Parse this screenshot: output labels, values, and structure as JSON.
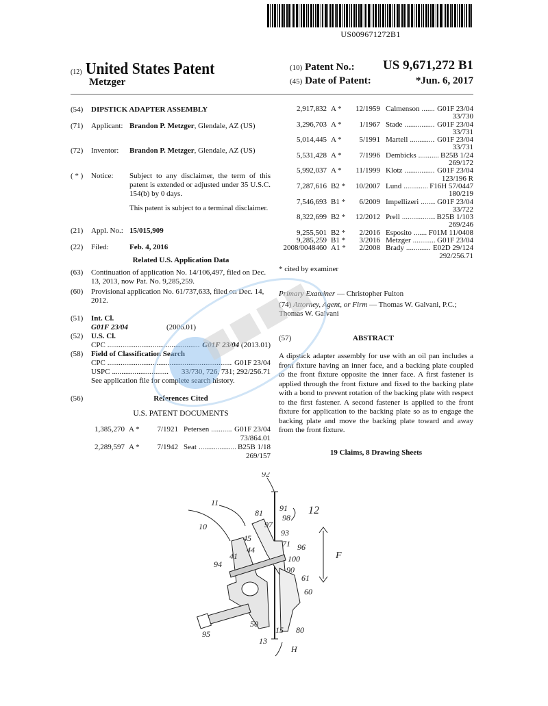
{
  "barcode": {
    "text": "US009671272B1"
  },
  "header": {
    "kind_code": "(12)",
    "title": "United States Patent",
    "inventor_surname": "Metzger",
    "patent_no_code": "(10)",
    "patent_no_label": "Patent No.:",
    "patent_no": "US 9,671,272 B1",
    "date_code": "(45)",
    "date_label": "Date of Patent:",
    "date": "*Jun. 6, 2017"
  },
  "left": {
    "f54": {
      "code": "(54)",
      "text": "DIPSTICK ADAPTER ASSEMBLY"
    },
    "f71": {
      "code": "(71)",
      "label": "Applicant:",
      "name": "Brandon P. Metzger",
      "rest": ", Glendale, AZ (US)"
    },
    "f72": {
      "code": "(72)",
      "label": "Inventor:",
      "name": "Brandon P. Metzger",
      "rest": ", Glendale, AZ (US)"
    },
    "notice": {
      "code": "( * )",
      "label": "Notice:",
      "text1": "Subject to any disclaimer, the term of this patent is extended or adjusted under 35 U.S.C. 154(b) by 0 days.",
      "text2": "This patent is subject to a terminal disclaimer."
    },
    "f21": {
      "code": "(21)",
      "label": "Appl. No.:",
      "value": "15/015,909"
    },
    "f22": {
      "code": "(22)",
      "label": "Filed:",
      "value": "Feb. 4, 2016"
    },
    "related_heading": "Related U.S. Application Data",
    "f63": {
      "code": "(63)",
      "text": "Continuation of application No. 14/106,497, filed on Dec. 13, 2013, now Pat. No. 9,285,259."
    },
    "f60": {
      "code": "(60)",
      "text": "Provisional application No. 61/737,633, filed on Dec. 14, 2012."
    },
    "f51": {
      "code": "(51)",
      "label": "Int. Cl.",
      "class": "G01F 23/04",
      "version": "(2006.01)"
    },
    "f52": {
      "code": "(52)",
      "label": "U.S. Cl.",
      "cpc_label": "CPC",
      "cpc_value": "G01F 23/04",
      "cpc_version": "(2013.01)"
    },
    "f58": {
      "code": "(58)",
      "label": "Field of Classification Search",
      "cpc_label": "CPC",
      "cpc_value": "G01F 23/04",
      "uspc_label": "USPC",
      "uspc_value": "33/730, 726, 731; 292/256.71",
      "note": "See application file for complete search history."
    },
    "f56": {
      "code": "(56)",
      "label": "References Cited"
    },
    "us_docs_heading": "U.S. PATENT DOCUMENTS",
    "refs": [
      {
        "number": "1,385,270",
        "kind": "A *",
        "date": "7/1921",
        "name": "Petersen",
        "class": "G01F 23/04",
        "cont": "73/864.01"
      },
      {
        "number": "2,289,597",
        "kind": "A *",
        "date": "7/1942",
        "name": "Seat",
        "class": "B25B 1/18",
        "cont": "269/157"
      }
    ]
  },
  "right": {
    "refs": [
      {
        "number": "2,917,832",
        "kind": "A *",
        "date": "12/1959",
        "name": "Calmenson",
        "class": "G01F 23/04",
        "cont": "33/730"
      },
      {
        "number": "3,296,703",
        "kind": "A *",
        "date": "1/1967",
        "name": "Stade",
        "class": "G01F 23/04",
        "cont": "33/731"
      },
      {
        "number": "5,014,445",
        "kind": "A *",
        "date": "5/1991",
        "name": "Martell",
        "class": "G01F 23/04",
        "cont": "33/731"
      },
      {
        "number": "5,531,428",
        "kind": "A *",
        "date": "7/1996",
        "name": "Dembicks",
        "class": "B25B 1/24",
        "cont": "269/172"
      },
      {
        "number": "5,992,037",
        "kind": "A *",
        "date": "11/1999",
        "name": "Klotz",
        "class": "G01F 23/04",
        "cont": "123/196 R"
      },
      {
        "number": "7,287,616",
        "kind": "B2 *",
        "date": "10/2007",
        "name": "Lund",
        "class": "F16H 57/0447",
        "cont": "180/219"
      },
      {
        "number": "7,546,693",
        "kind": "B1 *",
        "date": "6/2009",
        "name": "Impellizeri",
        "class": "G01F 23/04",
        "cont": "33/722"
      },
      {
        "number": "8,322,699",
        "kind": "B2 *",
        "date": "12/2012",
        "name": "Prell",
        "class": "B25B 1/103",
        "cont": "269/246"
      },
      {
        "number": "9,255,501",
        "kind": "B2 *",
        "date": "2/2016",
        "name": "Esposito",
        "class": "F01M 11/0408",
        "cont": ""
      },
      {
        "number": "9,285,259",
        "kind": "B1 *",
        "date": "3/2016",
        "name": "Metzger",
        "class": "G01F 23/04",
        "cont": ""
      },
      {
        "number": "2008/0048460",
        "kind": "A1 *",
        "date": "2/2008",
        "name": "Brady",
        "class": "E02D 29/124",
        "cont": "292/256.71"
      }
    ],
    "cited_note": "* cited by examiner",
    "examiner_label": "Primary Examiner",
    "examiner": "— Christopher Fulton",
    "attorney_code": "(74)",
    "attorney_label": "Attorney, Agent, or Firm",
    "attorney": "— Thomas W. Galvani, P.C.; Thomas W. Galvani",
    "abstract_code": "(57)",
    "abstract_heading": "ABSTRACT",
    "abstract": "A dipstick adapter assembly for use with an oil pan includes a front fixture having an inner face, and a backing plate coupled to the front fixture opposite the inner face. A first fastener is applied through the front fixture and fixed to the backing plate with a bond to prevent rotation of the backing plate with respect to the first fastener. A second fastener is applied to the front fixture for application to the backing plate so as to engage the backing plate and move the backing plate toward and away from the front fixture.",
    "claims": "19 Claims, 8 Drawing Sheets"
  },
  "drawing": {
    "labels": {
      "l92": "92",
      "l11": "11",
      "l81": "81",
      "l91": "91",
      "l97": "97",
      "l98": "98",
      "l12": "12",
      "l93": "93",
      "l10": "10",
      "l45": "45",
      "l44": "44",
      "l71": "71",
      "l96": "96",
      "l100": "100",
      "l94": "94",
      "l41": "41",
      "l90": "90",
      "l61": "61",
      "lF": "F",
      "l60": "60",
      "l50": "50",
      "l15": "15",
      "l80": "80",
      "l95": "95",
      "l13": "13",
      "lH": "H"
    }
  },
  "watermark": {
    "text": "麦家支持",
    "color": "#3a8ee0"
  }
}
